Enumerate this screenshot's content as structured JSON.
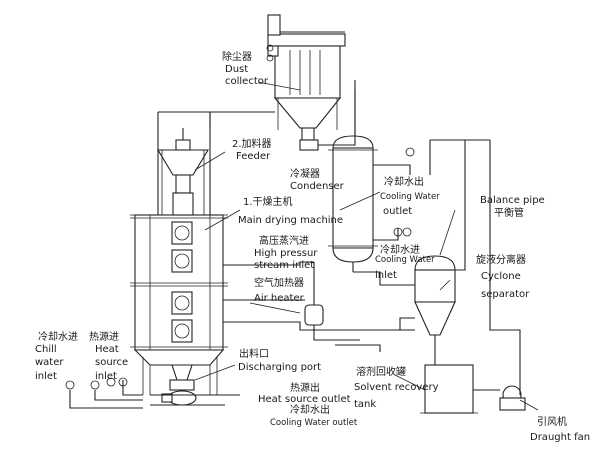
{
  "labels": {
    "dust_collector_cn": "除尘器",
    "dust_collector_en1": "Dust",
    "dust_collector_en2": "collector",
    "feeder_cn": "2.加料器",
    "feeder_en": "Feeder",
    "main_dryer_cn": "1.干燥主机",
    "main_dryer_en": "Main drying machine",
    "high_pressure_cn": "高压蒸汽进",
    "high_pressure_en1": "High pressur",
    "high_pressure_en2": "stream inlet",
    "air_heater_cn": "空气加热器",
    "air_heater_en": "Air heater",
    "condenser_cn": "冷凝器",
    "condenser_en": "Condenser",
    "cw_outlet_top_cn": "冷却水出",
    "cw_outlet_top_en1": "Cooling Water",
    "cw_outlet_top_en2": "outlet",
    "cw_inlet_cn": "冷却水进",
    "cw_inlet_en1": "Cooling Water",
    "cw_inlet_en2": "inlet",
    "balance_pipe_en": "Balance pipe",
    "balance_pipe_cn": "平衡管",
    "cyclone_cn": "旋液分离器",
    "cyclone_en1": "Cyclone",
    "cyclone_en2": "separator",
    "chill_water_cn": "冷却水进",
    "chill_water_en1": "Chill",
    "chill_water_en2": "water",
    "chill_water_en3": "inlet",
    "heat_source_cn": "热源进",
    "heat_source_en1": "Heat",
    "heat_source_en2": "source",
    "heat_source_en3": "inlet",
    "discharge_cn": "出料口",
    "discharge_en": "Discharging port",
    "heat_outlet_cn": "热源出",
    "heat_outlet_en": "Heat source outlet",
    "cw_outlet_bottom_cn": "冷却水出",
    "cw_outlet_bottom_en": "Cooling Water outlet",
    "solvent_cn": "溶剂回收罐",
    "solvent_en1": "Solvent recovery",
    "solvent_en2": "tank",
    "draught_cn": "引风机",
    "draught_en": "Draught fan"
  }
}
